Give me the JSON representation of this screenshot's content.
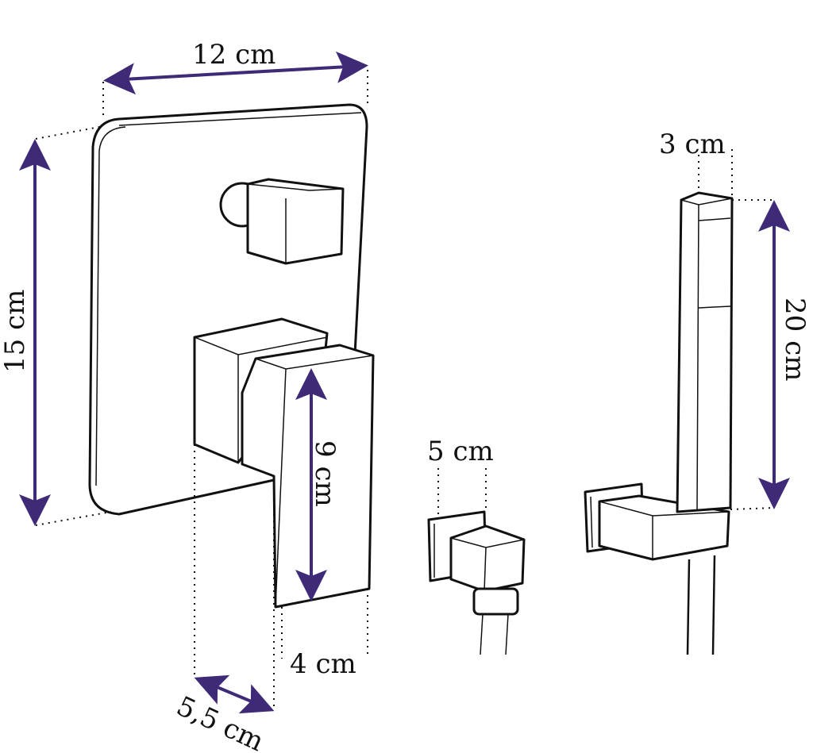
{
  "dimensions": {
    "panel_width": "12 cm",
    "panel_height": "15 cm",
    "lever_length": "9 cm",
    "lever_width": "4 cm",
    "lever_depth": "5,5 cm",
    "outlet_width": "5 cm",
    "handshower_width": "3 cm",
    "handshower_length": "20 cm"
  },
  "colors": {
    "arrow": "#3f2a78",
    "line": "#111111"
  }
}
